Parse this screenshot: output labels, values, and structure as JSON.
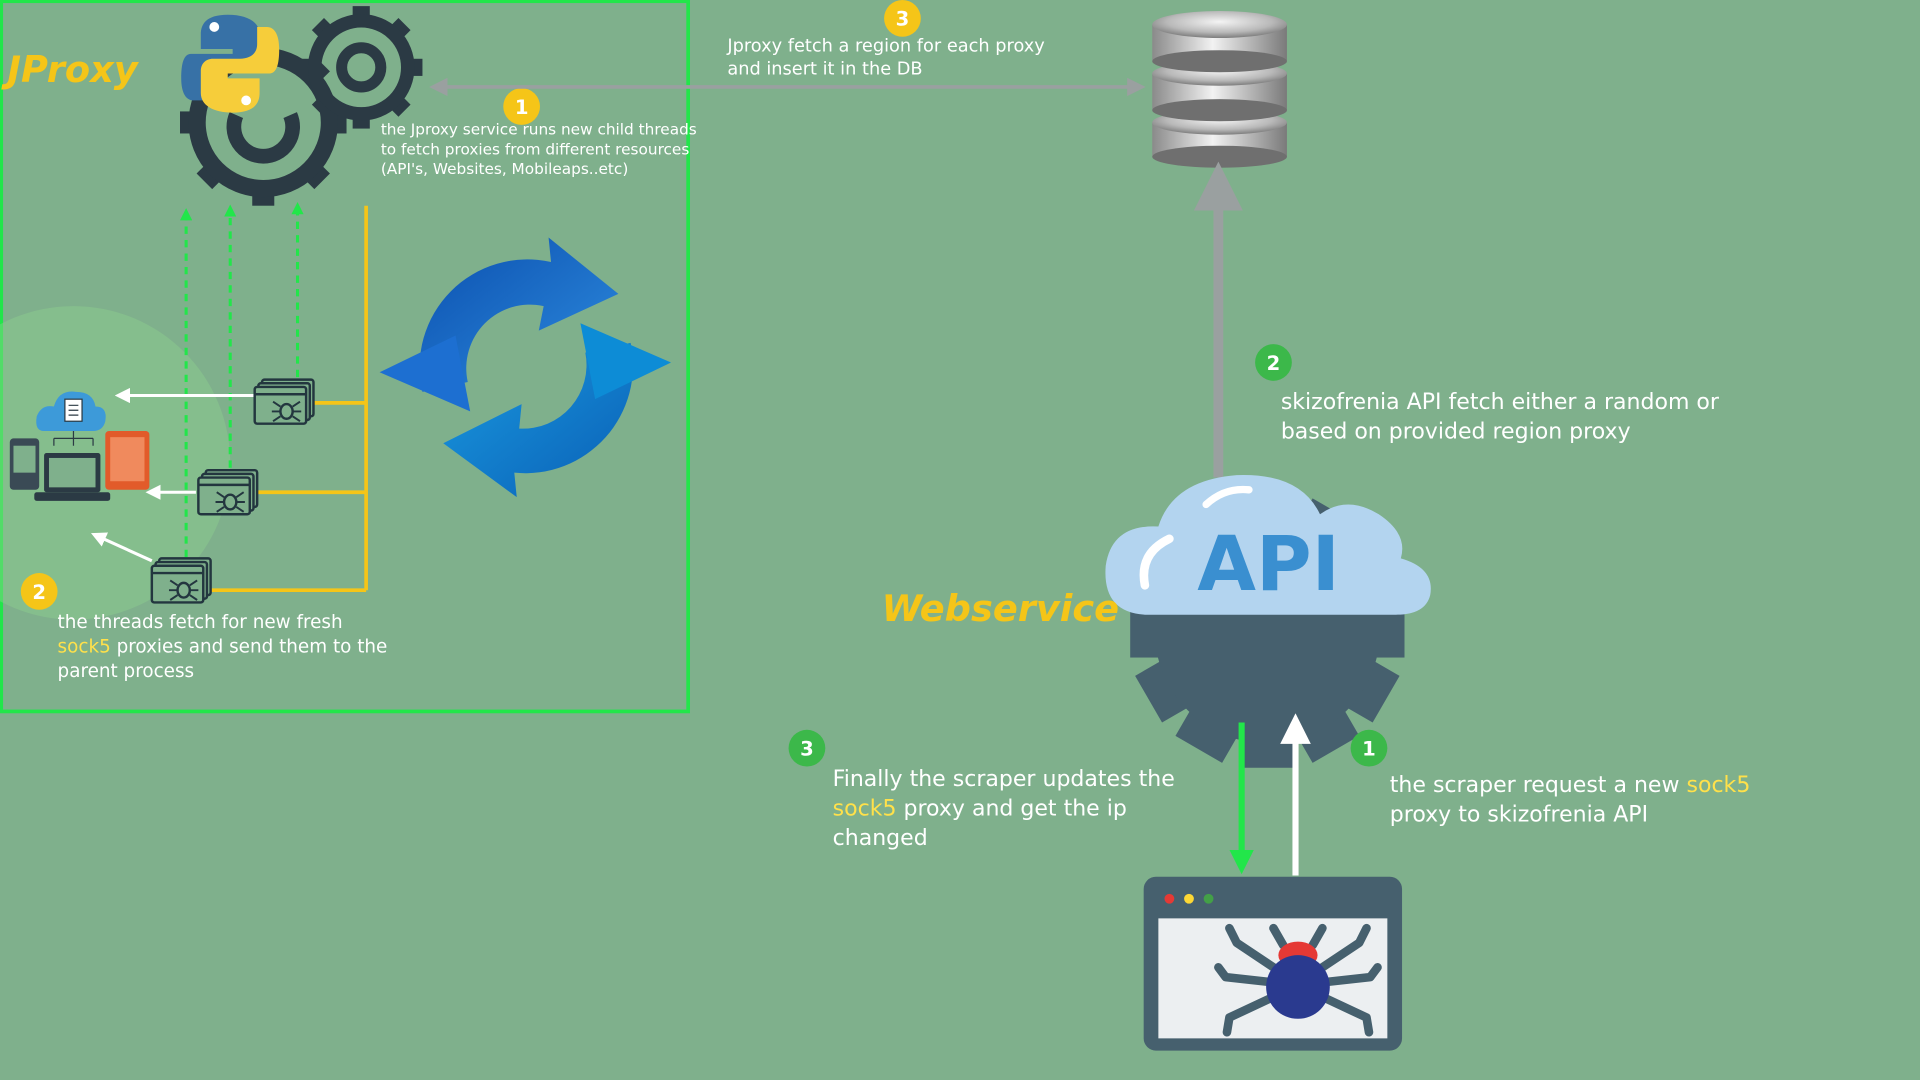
{
  "colors": {
    "background": "#7fb08c",
    "frame_green": "#22e64a",
    "yellow": "#f5c518",
    "highlight_yellow": "#ffe14a",
    "green_badge": "#3cb84a",
    "dark_gear": "#2b3a44",
    "arrow_grey": "#9aa0a0",
    "api_cloud": "#b3d4ef",
    "api_text": "#3a8fd0"
  },
  "jproxy": {
    "title": "JProxy",
    "icons": [
      "python-logo-icon",
      "gear-icon",
      "refresh-cycle-icon",
      "devices-icon",
      "cloud-document-icon",
      "spider-browser-icon"
    ]
  },
  "step1_jproxy": {
    "badge": "1",
    "line1": "the Jproxy service runs new child threads",
    "line2": "to fetch proxies from different resources",
    "line3": "(API's, Websites, Mobileaps..etc)"
  },
  "step2_jproxy": {
    "badge": "2",
    "line1": "the threads fetch for new fresh",
    "line2_highlight": "sock5",
    "line2_rest": " proxies and send them to the",
    "line3": "parent process"
  },
  "step3_jproxy": {
    "badge": "3",
    "line1": "Jproxy fetch a region for each proxy",
    "line2": "and insert it in the DB"
  },
  "database": {
    "icon": "database-icon"
  },
  "webservice": {
    "label": "Webservice",
    "api_text": "API"
  },
  "step2_api": {
    "badge": "2",
    "line1": "skizofrenia API fetch either a random or",
    "line2": "based on provided region proxy"
  },
  "step1_scraper": {
    "badge": "1",
    "line1_start": "the scraper request a new ",
    "line1_highlight": "sock5",
    "line2": "proxy to skizofrenia API"
  },
  "step3_scraper": {
    "badge": "3",
    "line1": "Finally the scraper updates the",
    "line2_highlight": "sock5",
    "line2_rest": " proxy and get the ip",
    "line3": "changed"
  }
}
